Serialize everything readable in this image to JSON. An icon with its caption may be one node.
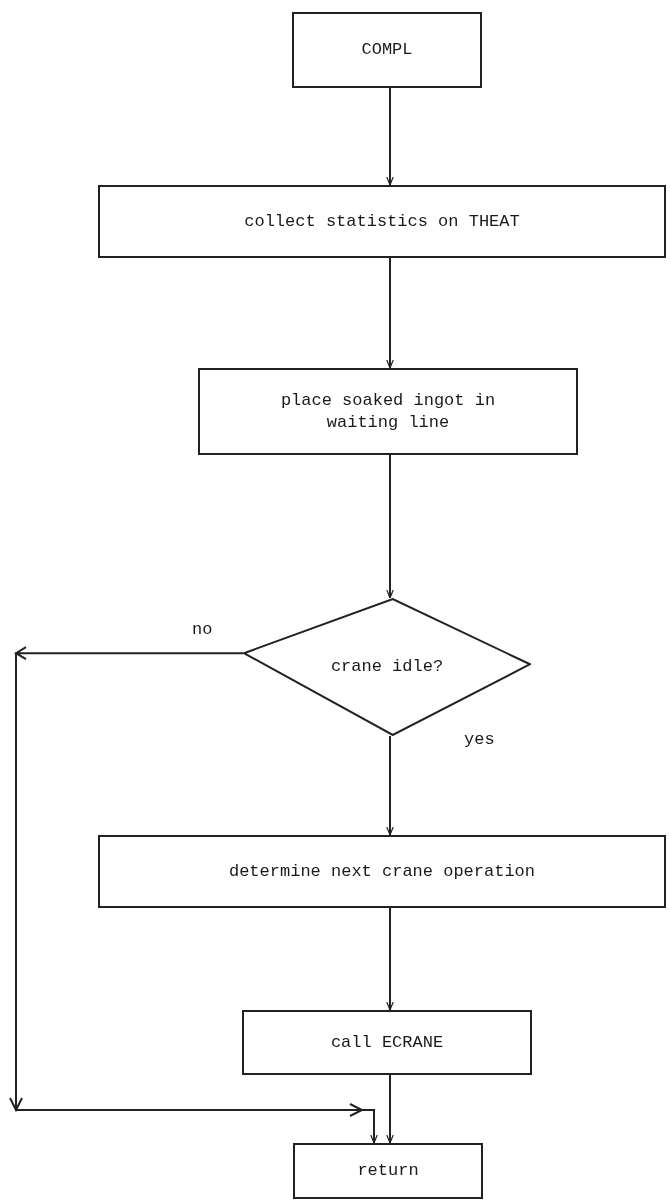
{
  "diagram": {
    "nodes": [
      {
        "text": [
          "COMPL"
        ]
      },
      {
        "text": [
          "collect statistics on THEAT"
        ]
      },
      {
        "text": [
          "place soaked ingot in waiting line"
        ]
      },
      {
        "text": [
          "crane idle?"
        ]
      },
      {
        "text": [
          "determine next crane operation"
        ]
      },
      {
        "text": [
          "call ECRANE"
        ]
      },
      {
        "text": [
          "return"
        ]
      }
    ],
    "edges": [
      {
        "from": 0,
        "to": 1,
        "arrow": "to"
      },
      {
        "from": 1,
        "to": 2,
        "arrow": "to"
      },
      {
        "from": 2,
        "to": 3,
        "arrow": "to"
      },
      {
        "from": 3,
        "to": 4,
        "arrow": "to",
        "label": "yes"
      },
      {
        "from": 3,
        "to": 6,
        "arrow": "to",
        "label": "no"
      },
      {
        "from": 4,
        "to": 5,
        "arrow": "to"
      },
      {
        "from": 5,
        "to": 6,
        "arrow": "to"
      }
    ]
  }
}
